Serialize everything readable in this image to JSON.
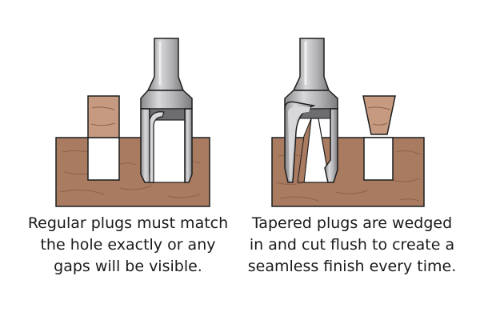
{
  "captions": {
    "regular": {
      "lines": [
        "Regular plugs must match",
        "the hole exactly or any",
        "gaps will be visible."
      ]
    },
    "tapered": {
      "lines": [
        "Tapered plugs are wedged",
        "in and cut flush to create a",
        "seamless finish every time."
      ]
    }
  },
  "colors": {
    "wood": "#a97b60",
    "wood_grain": "#8e634a",
    "wood_light": "#c59a80",
    "steel": "#a9a9ab",
    "steel_light": "#dcdcde",
    "steel_dark": "#6d6d70",
    "outline": "#1e1e1e",
    "hole": "#ffffff"
  }
}
